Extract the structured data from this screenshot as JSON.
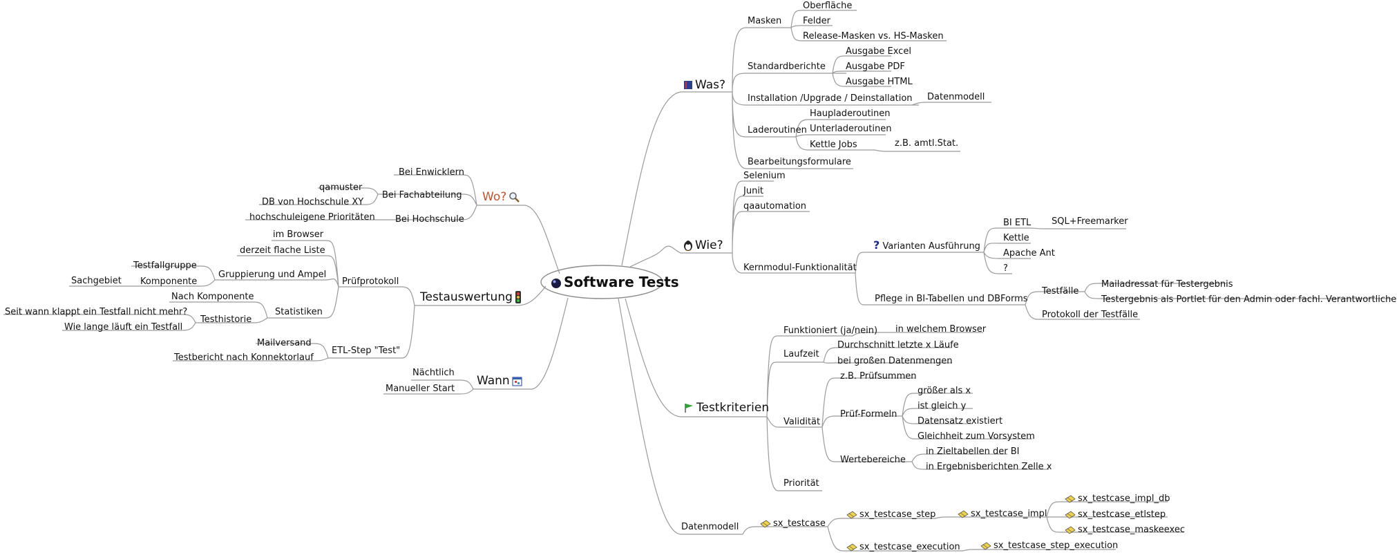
{
  "center": "Software Tests",
  "icons": {
    "center": "dark-globe-icon",
    "was": "book-icon",
    "wie": "penguin-icon",
    "testkriterien": "green-flag-icon",
    "wo": "magnifier-icon",
    "testauswertung": "traffic-light-icon",
    "wann": "calendar-icon",
    "varianten": "question-mark-icon",
    "table": "database-table-icon"
  },
  "colors": {
    "line": "#9a9a9a",
    "wo_label": "#c8502a"
  },
  "right": {
    "was": {
      "label": "Was?",
      "masken": {
        "label": "Masken",
        "items": [
          "Oberfläche",
          "Felder",
          "Release-Masken vs. HS-Masken"
        ]
      },
      "standardberichte": {
        "label": "Standardberichte",
        "items": [
          "Ausgabe Excel",
          "Ausgabe PDF",
          "Ausgabe HTML"
        ]
      },
      "installation": {
        "label": "Installation /Upgrade / Deinstallation",
        "items": [
          "Datenmodell"
        ]
      },
      "laderoutinen": {
        "label": "Laderoutinen",
        "items": [
          "Haupladeroutinen",
          "Unterladeroutinen",
          "Kettle Jobs"
        ],
        "kettle_child": "z.B. amtl.Stat."
      },
      "bearbeitungsformulare": "Bearbeitungsformulare"
    },
    "wie": {
      "label": "Wie?",
      "selenium": "Selenium",
      "junit": "Junit",
      "qaautomation": "qaautomation",
      "kernmodul": {
        "label": "Kernmodul-Funktionalität",
        "varianten": {
          "label": "Varianten Ausführung",
          "bi_etl": "BI ETL",
          "sql_freemarker": "SQL+Freemarker",
          "kettle": "Kettle",
          "apache_ant": "Apache Ant",
          "question": "?"
        },
        "pflege": {
          "label": "Pflege in BI-Tabellen und DBForms",
          "testfaelle": "Testfälle",
          "mailadressat": "Mailadressat für Testergebnis",
          "portlet": "Testergebnis als Portlet für den Admin oder fachl. Verantwortlichen",
          "protokoll": "Protokoll der Testfälle"
        }
      }
    },
    "testkriterien": {
      "label": "Testkriterien",
      "funktioniert": "Funktioniert (ja/nein)",
      "browser": "in welchem Browser",
      "laufzeit": "Laufzeit",
      "durchschnitt": "Durchschnitt letzte x Läufe",
      "datenmengen": "bei großen Datenmengen",
      "validitaet": "Validität",
      "pruefsummen": "z.B. Prüfsummen",
      "pruef_formeln": "Prüf-Formeln",
      "groesser": "größer als x",
      "gleich": "ist gleich y",
      "datensatz": "Datensatz existiert",
      "gleichheit": "Gleichheit zum Vorsystem",
      "wertebereiche": "Wertebereiche",
      "zieltabellen": "in Zieltabellen der BI",
      "ergebnisberichte": "in Ergebnisberichten Zelle x",
      "prioritaet": "Priorität"
    },
    "datenmodell": {
      "label": "Datenmodell",
      "sx_testcase": "sx_testcase",
      "sx_testcase_step": "sx_testcase_step",
      "sx_testcase_impl": "sx_testcase_impl",
      "impl_db": "sx_testcase_impl_db",
      "etlstep": "sx_testcase_etlstep",
      "maskeexec": "sx_testcase_maskeexec",
      "execution": "sx_testcase_execution",
      "step_execution": "sx_testcase_step_execution"
    }
  },
  "left": {
    "wo": {
      "label": "Wo?",
      "entwicklern": "Bei Enwicklern",
      "fachabteilung": "Bei Fachabteilung",
      "qamuster": "qamuster",
      "db_hochschule": "DB von Hochschule XY",
      "hochschule": "Bei Hochschule",
      "prioritaeten": "hochschuleigene Prioritäten"
    },
    "testauswertung": {
      "label": "Testauswertung",
      "pruefprotokoll": "Prüfprotokoll",
      "im_browser": "im Browser",
      "flache_liste": "derzeit flache Liste",
      "gruppierung": "Gruppierung und Ampel",
      "testfallgruppe": "Testfallgruppe",
      "komponente": "Komponente",
      "sachgebiet": "Sachgebiet",
      "statistiken": "Statistiken",
      "nach_komponente": "Nach Komponente",
      "testhistorie": "Testhistorie",
      "seit_wann": "Seit wann klappt ein Testfall nicht mehr?",
      "wie_lange": "Wie lange läuft ein Testfall",
      "etl_step": "ETL-Step \"Test\"",
      "mailversand": "Mailversand",
      "testbericht": "Testbericht nach Konnektorlauf"
    },
    "wann": {
      "label": "Wann",
      "naechtlich": "Nächtlich",
      "manuell": "Manueller Start"
    }
  }
}
